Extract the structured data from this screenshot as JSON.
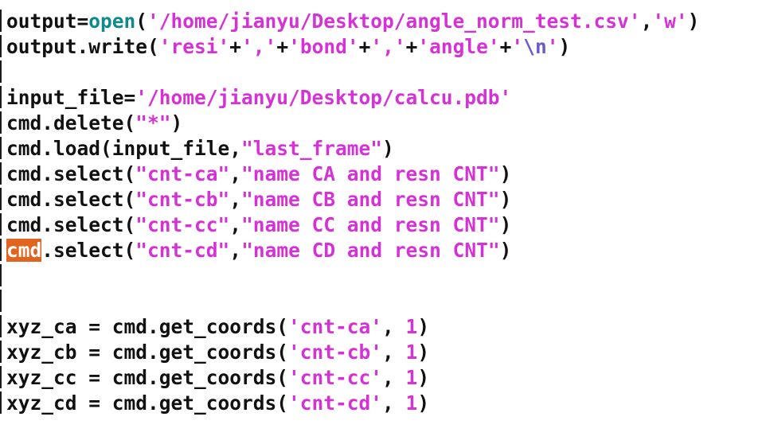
{
  "editor": {
    "colors": {
      "keyword": "#0e8a8a",
      "string": "#d631d6",
      "escape": "#6a5acd",
      "highlight_bg": "#e0641e"
    },
    "lines": [
      [
        [
          "plain",
          "output="
        ],
        [
          "kw",
          "open"
        ],
        [
          "plain",
          "("
        ],
        [
          "str",
          "'/home/jianyu/Desktop/angle_norm_test.csv'"
        ],
        [
          "plain",
          ","
        ],
        [
          "str",
          "'w'"
        ],
        [
          "plain",
          ")"
        ]
      ],
      [
        [
          "plain",
          "output.write("
        ],
        [
          "str",
          "'resi'"
        ],
        [
          "plain",
          "+"
        ],
        [
          "str",
          "','"
        ],
        [
          "plain",
          "+"
        ],
        [
          "str",
          "'bond'"
        ],
        [
          "plain",
          "+"
        ],
        [
          "str",
          "','"
        ],
        [
          "plain",
          "+"
        ],
        [
          "str",
          "'angle'"
        ],
        [
          "plain",
          "+"
        ],
        [
          "str",
          "'"
        ],
        [
          "esc",
          "\\n"
        ],
        [
          "str",
          "'"
        ],
        [
          "plain",
          ")"
        ]
      ],
      [],
      [
        [
          "plain",
          "input_file="
        ],
        [
          "str",
          "'/home/jianyu/Desktop/calcu.pdb'"
        ]
      ],
      [
        [
          "plain",
          "cmd.delete("
        ],
        [
          "str",
          "\"*\""
        ],
        [
          "plain",
          ")"
        ]
      ],
      [
        [
          "plain",
          "cmd.load(input_file,"
        ],
        [
          "str",
          "\"last_frame\""
        ],
        [
          "plain",
          ")"
        ]
      ],
      [
        [
          "plain",
          "cmd.select("
        ],
        [
          "str",
          "\"cnt-ca\""
        ],
        [
          "plain",
          ","
        ],
        [
          "str",
          "\"name CA and resn CNT\""
        ],
        [
          "plain",
          ")"
        ]
      ],
      [
        [
          "plain",
          "cmd.select("
        ],
        [
          "str",
          "\"cnt-cb\""
        ],
        [
          "plain",
          ","
        ],
        [
          "str",
          "\"name CB and resn CNT\""
        ],
        [
          "plain",
          ")"
        ]
      ],
      [
        [
          "plain",
          "cmd.select("
        ],
        [
          "str",
          "\"cnt-cc\""
        ],
        [
          "plain",
          ","
        ],
        [
          "str",
          "\"name CC and resn CNT\""
        ],
        [
          "plain",
          ")"
        ]
      ],
      [
        [
          "hl",
          "cmd"
        ],
        [
          "plain",
          ".select("
        ],
        [
          "str",
          "\"cnt-cd\""
        ],
        [
          "plain",
          ","
        ],
        [
          "str",
          "\"name CD and resn CNT\""
        ],
        [
          "plain",
          ")"
        ]
      ],
      [],
      [],
      [
        [
          "plain",
          "xyz_ca = cmd.get_coords("
        ],
        [
          "str",
          "'cnt-ca'"
        ],
        [
          "plain",
          ", "
        ],
        [
          "num",
          "1"
        ],
        [
          "plain",
          ")"
        ]
      ],
      [
        [
          "plain",
          "xyz_cb = cmd.get_coords("
        ],
        [
          "str",
          "'cnt-cb'"
        ],
        [
          "plain",
          ", "
        ],
        [
          "num",
          "1"
        ],
        [
          "plain",
          ")"
        ]
      ],
      [
        [
          "plain",
          "xyz_cc = cmd.get_coords("
        ],
        [
          "str",
          "'cnt-cc'"
        ],
        [
          "plain",
          ", "
        ],
        [
          "num",
          "1"
        ],
        [
          "plain",
          ")"
        ]
      ],
      [
        [
          "plain",
          "xyz_cd = cmd.get_coords("
        ],
        [
          "str",
          "'cnt-cd'"
        ],
        [
          "plain",
          ", "
        ],
        [
          "num",
          "1"
        ],
        [
          "plain",
          ")"
        ]
      ]
    ]
  }
}
